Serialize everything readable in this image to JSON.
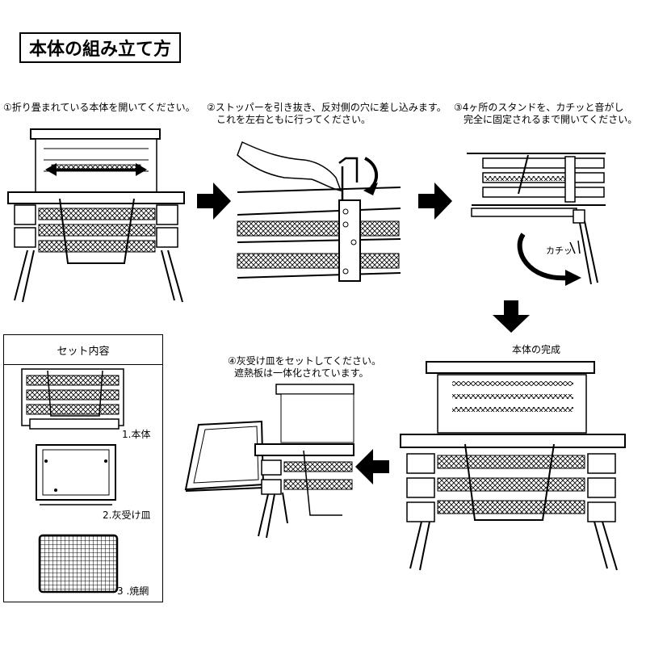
{
  "title": "本体の組み立て方",
  "steps": [
    {
      "line1": "①折り畳まれている本体を開いてください。",
      "line2": ""
    },
    {
      "line1": "②ストッパーを引き抜き、反対側の穴に差し込みます。",
      "line2": "これを左右ともに行ってください。"
    },
    {
      "line1": "③4ヶ所のスタンドを、カチッと音がし",
      "line2": "完全に固定されるまで開いてください。"
    },
    {
      "line1": "④灰受け皿をセットしてください。",
      "line2": "遮熱板は一体化されています。"
    }
  ],
  "click_sound": "カチッ",
  "completion_label": "本体の完成",
  "set_contents": {
    "header": "セット内容",
    "items": [
      "1.本体",
      "2.灰受け皿",
      "3 .焼網"
    ]
  },
  "icons": [
    "arrow-right-icon",
    "arrow-down-icon",
    "arrow-left-icon"
  ]
}
